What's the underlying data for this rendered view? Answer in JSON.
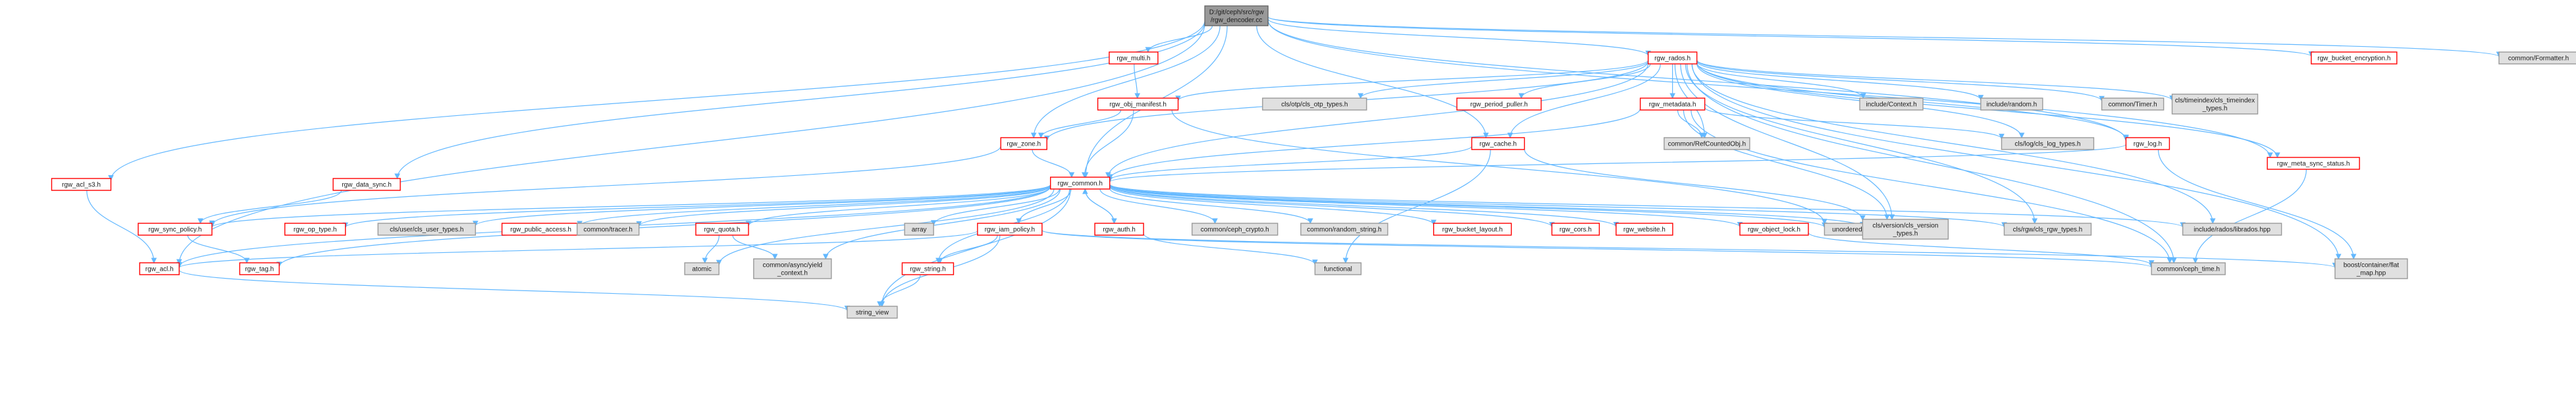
{
  "colors": {
    "root_fill": "#999999",
    "root_border": "#666666",
    "linked_fill": "#ffffff",
    "linked_border": "#ff0000",
    "external_fill": "#e0e0e0",
    "external_border": "#999999",
    "edge": "#63b8ff"
  },
  "nodes": [
    {
      "id": "root",
      "lines": [
        "D:/git/ceph/src/rgw",
        "/rgw_dencoder.cc"
      ],
      "kind": "root"
    },
    {
      "id": "multi",
      "lines": [
        "rgw_multi.h"
      ],
      "kind": "linked"
    },
    {
      "id": "rados",
      "lines": [
        "rgw_rados.h"
      ],
      "kind": "linked"
    },
    {
      "id": "bucket_enc",
      "lines": [
        "rgw_bucket_encryption.h"
      ],
      "kind": "linked"
    },
    {
      "id": "formatter",
      "lines": [
        "common/Formatter.h"
      ],
      "kind": "external"
    },
    {
      "id": "meta_sync",
      "lines": [
        "rgw_meta_sync_status.h"
      ],
      "kind": "linked"
    },
    {
      "id": "obj_manifest",
      "lines": [
        "rgw_obj_manifest.h"
      ],
      "kind": "linked"
    },
    {
      "id": "otp",
      "lines": [
        "cls/otp/cls_otp_types.h"
      ],
      "kind": "external"
    },
    {
      "id": "period_puller",
      "lines": [
        "rgw_period_puller.h"
      ],
      "kind": "linked"
    },
    {
      "id": "metadata",
      "lines": [
        "rgw_metadata.h"
      ],
      "kind": "linked"
    },
    {
      "id": "context",
      "lines": [
        "include/Context.h"
      ],
      "kind": "external"
    },
    {
      "id": "random",
      "lines": [
        "include/random.h"
      ],
      "kind": "external"
    },
    {
      "id": "timer",
      "lines": [
        "common/Timer.h"
      ],
      "kind": "external"
    },
    {
      "id": "timeindex",
      "lines": [
        "cls/timeindex/cls_timeindex",
        "_types.h"
      ],
      "kind": "external"
    },
    {
      "id": "zone",
      "lines": [
        "rgw_zone.h"
      ],
      "kind": "linked"
    },
    {
      "id": "cache",
      "lines": [
        "rgw_cache.h"
      ],
      "kind": "linked"
    },
    {
      "id": "refcounted",
      "lines": [
        "common/RefCountedObj.h"
      ],
      "kind": "external"
    },
    {
      "id": "cls_log",
      "lines": [
        "cls/log/cls_log_types.h"
      ],
      "kind": "external"
    },
    {
      "id": "log",
      "lines": [
        "rgw_log.h"
      ],
      "kind": "linked"
    },
    {
      "id": "acl_s3",
      "lines": [
        "rgw_acl_s3.h"
      ],
      "kind": "linked"
    },
    {
      "id": "data_sync",
      "lines": [
        "rgw_data_sync.h"
      ],
      "kind": "linked"
    },
    {
      "id": "common",
      "lines": [
        "rgw_common.h"
      ],
      "kind": "linked"
    },
    {
      "id": "sync_policy",
      "lines": [
        "rgw_sync_policy.h"
      ],
      "kind": "linked"
    },
    {
      "id": "op_type",
      "lines": [
        "rgw_op_type.h"
      ],
      "kind": "linked"
    },
    {
      "id": "cls_user",
      "lines": [
        "cls/user/cls_user_types.h"
      ],
      "kind": "external"
    },
    {
      "id": "public_access",
      "lines": [
        "rgw_public_access.h"
      ],
      "kind": "linked"
    },
    {
      "id": "tracer",
      "lines": [
        "common/tracer.h"
      ],
      "kind": "external"
    },
    {
      "id": "quota",
      "lines": [
        "rgw_quota.h"
      ],
      "kind": "linked"
    },
    {
      "id": "array",
      "lines": [
        "array"
      ],
      "kind": "external"
    },
    {
      "id": "iam_policy",
      "lines": [
        "rgw_iam_policy.h"
      ],
      "kind": "linked"
    },
    {
      "id": "auth",
      "lines": [
        "rgw_auth.h"
      ],
      "kind": "linked"
    },
    {
      "id": "ceph_crypto",
      "lines": [
        "common/ceph_crypto.h"
      ],
      "kind": "external"
    },
    {
      "id": "random_string",
      "lines": [
        "common/random_string.h"
      ],
      "kind": "external"
    },
    {
      "id": "bucket_layout",
      "lines": [
        "rgw_bucket_layout.h"
      ],
      "kind": "linked"
    },
    {
      "id": "cors",
      "lines": [
        "rgw_cors.h"
      ],
      "kind": "linked"
    },
    {
      "id": "website",
      "lines": [
        "rgw_website.h"
      ],
      "kind": "linked"
    },
    {
      "id": "object_lock",
      "lines": [
        "rgw_object_lock.h"
      ],
      "kind": "linked"
    },
    {
      "id": "unordered_map",
      "lines": [
        "unordered_map"
      ],
      "kind": "external"
    },
    {
      "id": "cls_version",
      "lines": [
        "cls/version/cls_version",
        "_types.h"
      ],
      "kind": "external"
    },
    {
      "id": "cls_rgw",
      "lines": [
        "cls/rgw/cls_rgw_types.h"
      ],
      "kind": "external"
    },
    {
      "id": "librados",
      "lines": [
        "include/rados/librados.hpp"
      ],
      "kind": "external"
    },
    {
      "id": "acl",
      "lines": [
        "rgw_acl.h"
      ],
      "kind": "linked"
    },
    {
      "id": "tag",
      "lines": [
        "rgw_tag.h"
      ],
      "kind": "linked"
    },
    {
      "id": "atomic",
      "lines": [
        "atomic"
      ],
      "kind": "external"
    },
    {
      "id": "yield_context",
      "lines": [
        "common/async/yield",
        "_context.h"
      ],
      "kind": "external"
    },
    {
      "id": "rgw_string",
      "lines": [
        "rgw_string.h"
      ],
      "kind": "linked"
    },
    {
      "id": "functional",
      "lines": [
        "functional"
      ],
      "kind": "external"
    },
    {
      "id": "ceph_time",
      "lines": [
        "common/ceph_time.h"
      ],
      "kind": "external"
    },
    {
      "id": "flat_map",
      "lines": [
        "boost/container/flat",
        "_map.hpp"
      ],
      "kind": "external"
    },
    {
      "id": "string_view",
      "lines": [
        "string_view"
      ],
      "kind": "external"
    }
  ],
  "edges": [
    [
      "root",
      "multi"
    ],
    [
      "root",
      "rados"
    ],
    [
      "root",
      "bucket_enc"
    ],
    [
      "root",
      "formatter"
    ],
    [
      "root",
      "meta_sync"
    ],
    [
      "root",
      "zone"
    ],
    [
      "root",
      "cache"
    ],
    [
      "root",
      "log"
    ],
    [
      "root",
      "acl_s3"
    ],
    [
      "root",
      "data_sync"
    ],
    [
      "root",
      "common"
    ],
    [
      "root",
      "acl"
    ],
    [
      "multi",
      "obj_manifest"
    ],
    [
      "rados",
      "obj_manifest"
    ],
    [
      "rados",
      "otp"
    ],
    [
      "rados",
      "period_puller"
    ],
    [
      "rados",
      "metadata"
    ],
    [
      "rados",
      "context"
    ],
    [
      "rados",
      "random"
    ],
    [
      "rados",
      "timer"
    ],
    [
      "rados",
      "timeindex"
    ],
    [
      "rados",
      "meta_sync"
    ],
    [
      "rados",
      "zone"
    ],
    [
      "rados",
      "cache"
    ],
    [
      "rados",
      "refcounted"
    ],
    [
      "rados",
      "cls_log"
    ],
    [
      "rados",
      "log"
    ],
    [
      "rados",
      "common"
    ],
    [
      "rados",
      "cls_version"
    ],
    [
      "rados",
      "cls_rgw"
    ],
    [
      "rados",
      "librados"
    ],
    [
      "rados",
      "ceph_time"
    ],
    [
      "rados",
      "flat_map"
    ],
    [
      "obj_manifest",
      "zone"
    ],
    [
      "obj_manifest",
      "common"
    ],
    [
      "obj_manifest",
      "unordered_map"
    ],
    [
      "metadata",
      "common"
    ],
    [
      "metadata",
      "refcounted"
    ],
    [
      "metadata",
      "cls_log"
    ],
    [
      "metadata",
      "cls_version"
    ],
    [
      "metadata",
      "ceph_time"
    ],
    [
      "zone",
      "common"
    ],
    [
      "zone",
      "sync_policy"
    ],
    [
      "cache",
      "common"
    ],
    [
      "cache",
      "cls_version"
    ],
    [
      "cache",
      "functional"
    ],
    [
      "log",
      "common"
    ],
    [
      "log",
      "flat_map"
    ],
    [
      "meta_sync",
      "ceph_time"
    ],
    [
      "acl_s3",
      "acl"
    ],
    [
      "data_sync",
      "sync_policy"
    ],
    [
      "common",
      "sync_policy"
    ],
    [
      "common",
      "op_type"
    ],
    [
      "common",
      "cls_user"
    ],
    [
      "common",
      "public_access"
    ],
    [
      "common",
      "tracer"
    ],
    [
      "common",
      "quota"
    ],
    [
      "common",
      "array"
    ],
    [
      "common",
      "iam_policy"
    ],
    [
      "common",
      "auth"
    ],
    [
      "common",
      "ceph_crypto"
    ],
    [
      "common",
      "random_string"
    ],
    [
      "common",
      "bucket_layout"
    ],
    [
      "common",
      "cors"
    ],
    [
      "common",
      "website"
    ],
    [
      "common",
      "object_lock"
    ],
    [
      "common",
      "unordered_map"
    ],
    [
      "common",
      "cls_version"
    ],
    [
      "common",
      "cls_rgw"
    ],
    [
      "common",
      "librados"
    ],
    [
      "common",
      "acl"
    ],
    [
      "common",
      "tag"
    ],
    [
      "common",
      "atomic"
    ],
    [
      "common",
      "yield_context"
    ],
    [
      "common",
      "rgw_string"
    ],
    [
      "common",
      "string_view"
    ],
    [
      "sync_policy",
      "tag"
    ],
    [
      "quota",
      "atomic"
    ],
    [
      "quota",
      "yield_context"
    ],
    [
      "iam_policy",
      "acl"
    ],
    [
      "iam_policy",
      "rgw_string"
    ],
    [
      "iam_policy",
      "string_view"
    ],
    [
      "iam_policy",
      "ceph_time"
    ],
    [
      "iam_policy",
      "flat_map"
    ],
    [
      "auth",
      "common"
    ],
    [
      "auth",
      "functional"
    ],
    [
      "object_lock",
      "ceph_time"
    ],
    [
      "acl",
      "string_view"
    ],
    [
      "rgw_string",
      "string_view"
    ]
  ]
}
